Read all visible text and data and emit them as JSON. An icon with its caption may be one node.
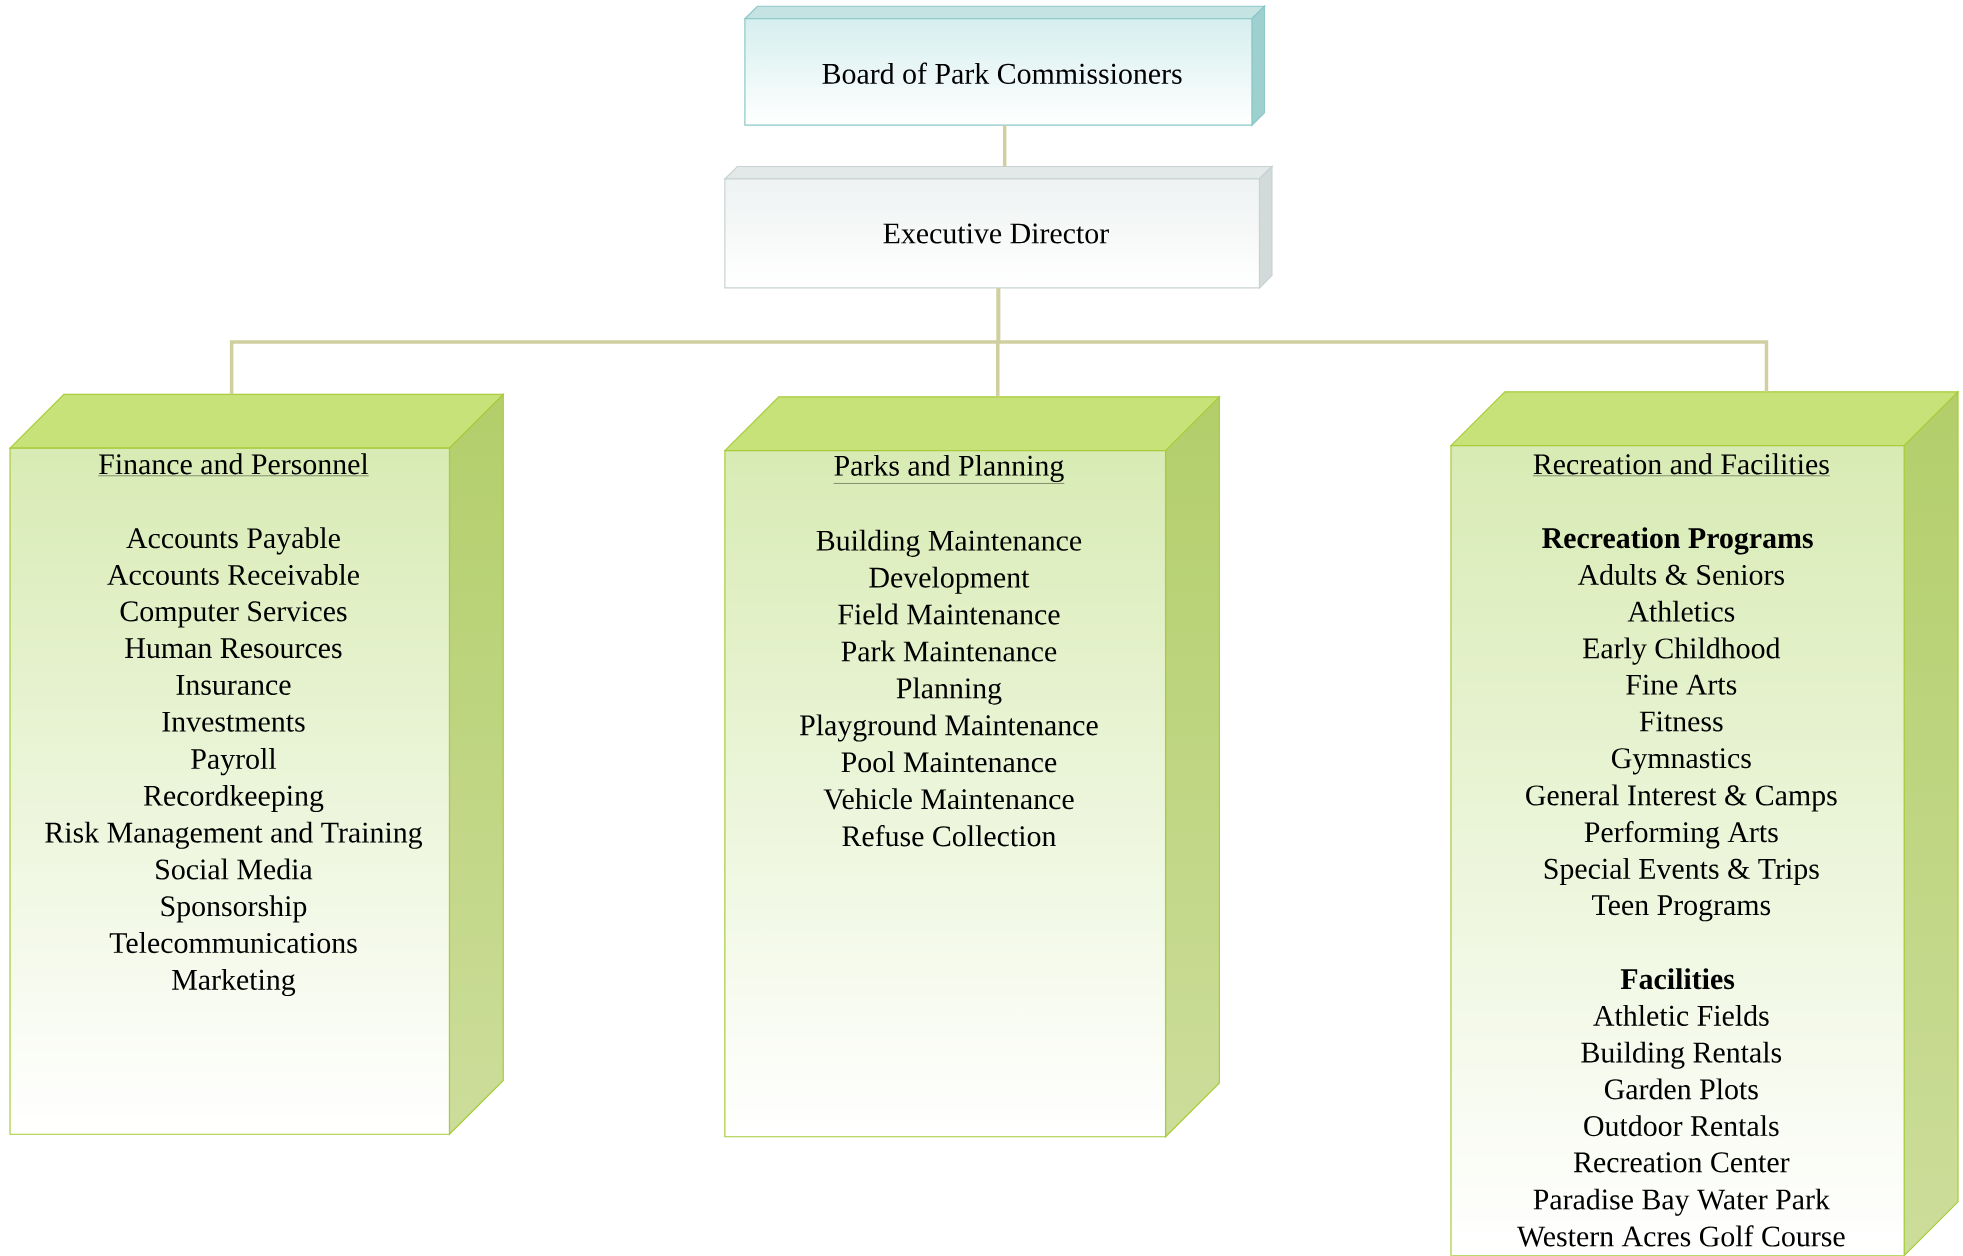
{
  "diagram": {
    "nodes": [
      {
        "text": [
          "Board of Park Commissioners"
        ]
      },
      {
        "text": [
          "Executive Director"
        ]
      },
      {
        "text": [
          "Finance and Personnel",
          "Accounts Payable",
          "Accounts Receivable",
          "Computer Services",
          "Human Resources",
          "Insurance",
          "Investments",
          "Payroll",
          "Recordkeeping",
          "Risk Management and Training",
          "Social Media",
          "Sponsorship",
          "Telecommunications",
          "Marketing"
        ]
      },
      {
        "text": [
          "Parks and Planning",
          "Building Maintenance",
          "Development",
          "Field Maintenance",
          "Park Maintenance",
          "Planning",
          "Playground Maintenance",
          "Pool Maintenance",
          "Vehicle Maintenance",
          "Refuse Collection"
        ]
      },
      {
        "text": [
          "Recreation and Facilities",
          "Recreation Programs",
          "Adults & Seniors",
          "Athletics",
          "Early Childhood",
          "Fine Arts",
          "Fitness",
          "Gymnastics",
          "General Interest & Camps",
          "Performing Arts",
          "Special Events & Trips",
          "Teen Programs",
          "Facilities",
          "Athletic Fields",
          "Building Rentals",
          "Garden Plots",
          "Outdoor Rentals",
          "Recreation Center",
          "Paradise Bay Water Park",
          "Western Acres Golf Course"
        ]
      }
    ],
    "edges": [
      {
        "from": 0,
        "to": 1,
        "arrow": "none"
      },
      {
        "from": 1,
        "to": 2,
        "arrow": "none"
      },
      {
        "from": 1,
        "to": 3,
        "arrow": "none"
      },
      {
        "from": 1,
        "to": 4,
        "arrow": "none"
      }
    ]
  }
}
